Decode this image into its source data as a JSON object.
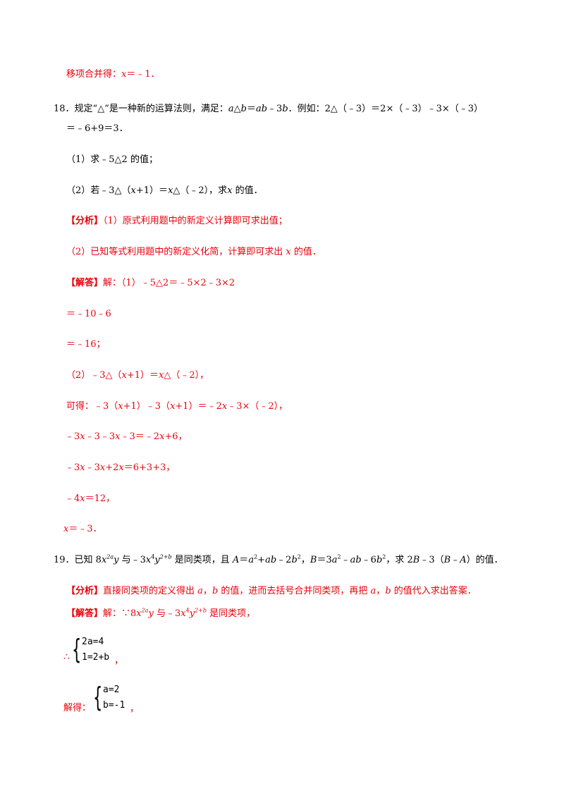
{
  "l1": {
    "pre": "移项合并得：",
    "x": "x",
    "post": "＝﹣1．"
  },
  "q18": {
    "num": "18．",
    "t1": "规定“△”是一种新的运算法则，满足：",
    "a": "a",
    "op": "△",
    "b": "b",
    "eq": "＝",
    "ab": "ab",
    "m3": "﹣3",
    "b2": "b",
    "t2": "．例如：2△（﹣3）＝2×（﹣3）﹣3×（﹣3）",
    "t3": "＝﹣6+9＝3．",
    "p1": "（1）求﹣5△2 的值；",
    "p2a": "（2）若﹣3△（",
    "p2x": "x",
    "p2b": "+1）＝",
    "p2x2": "x",
    "p2c": "△（﹣2），求",
    "p2x3": "x",
    "p2d": " 的值．",
    "an_tag": "【分析】",
    "an1": "（1）原式利用题中的新定义计算即可求出值；",
    "an2a": "（2）已知等式利用题中的新定义化简，计算即可求出 ",
    "an2x": "x",
    "an2b": " 的值．",
    "sol_tag": "【解答】",
    "s1": "解：（1）﹣5△2＝﹣5×2﹣3×2",
    "s2": "＝﹣10﹣6",
    "s3": "＝﹣16；",
    "s4a": "（2）﹣3△（",
    "s4x": "x",
    "s4b": "+1）＝",
    "s4x2": "x",
    "s4c": "△（﹣2），",
    "s5a": "可得：﹣3（",
    "s5x": "x",
    "s5b": "+1）﹣3（",
    "s5x2": "x",
    "s5c": "+1）＝﹣2",
    "s5x3": "x",
    "s5d": "﹣3×（﹣2），",
    "s6a": "﹣3",
    "s6x": "x",
    "s6b": "﹣3﹣3",
    "s6x2": "x",
    "s6c": "﹣3＝﹣2",
    "s6x3": "x",
    "s6d": "+6，",
    "s7a": "﹣3",
    "s7x": "x",
    "s7b": "﹣3",
    "s7x2": "x",
    "s7c": "+2",
    "s7x3": "x",
    "s7d": "＝6+3+3，",
    "s8a": "﹣4",
    "s8x": "x",
    "s8b": "＝12，",
    "s9x": "x",
    "s9b": "＝﹣3．"
  },
  "q19": {
    "num": "19．",
    "t1": "已知 8",
    "x1": "x",
    "e1": "2a",
    "y1": "y",
    "t2": " 与﹣3",
    "x2": "x",
    "e2": "4",
    "y2": "y",
    "e3": "2+b",
    "t3": " 是同类项，且 ",
    "A": "A",
    "t4": "＝",
    "a1": "a",
    "e4": "2",
    "t5": "+",
    "ab1": "ab",
    "t6": "﹣2",
    "b1": "b",
    "e5": "2",
    "t7": "，",
    "B": "B",
    "t8": "＝3",
    "a2": "a",
    "e6": "2",
    "t9": "﹣",
    "ab2": "ab",
    "t10": "﹣6",
    "b2": "b",
    "e7": "2",
    "t11": "，求 2",
    "B2": "B",
    "t12": "﹣3（",
    "B3": "B",
    "t13": "﹣",
    "A2": "A",
    "t14": "）的值．",
    "an_tag": "【分析】",
    "an_a": "直接同类项的定义得出 ",
    "an_av": "a",
    "an_b": "，",
    "an_bv": "b",
    "an_c": " 的值，进而去括号合并同类项，再把 ",
    "an_av2": "a",
    "an_d": "，",
    "an_bv2": "b",
    "an_e": " 的值代入求出答案．",
    "sol_tag": "【解答】",
    "sol_a": "解：∵8",
    "sx1": "x",
    "se1": "2a",
    "sy1": "y",
    "sol_b": " 与﹣3",
    "sx2": "x",
    "se2": "4",
    "sy2": "y",
    "se3": "2+b",
    "sol_c": " 是同类项，",
    "therefore": "∴",
    "sys1_l1": "2a=4",
    "sys1_l2": "1=2+b",
    "comma1": "，",
    "jiede": "解得：",
    "sys2_l1": "a=2",
    "sys2_l2": "b=-1",
    "comma2": "，"
  }
}
